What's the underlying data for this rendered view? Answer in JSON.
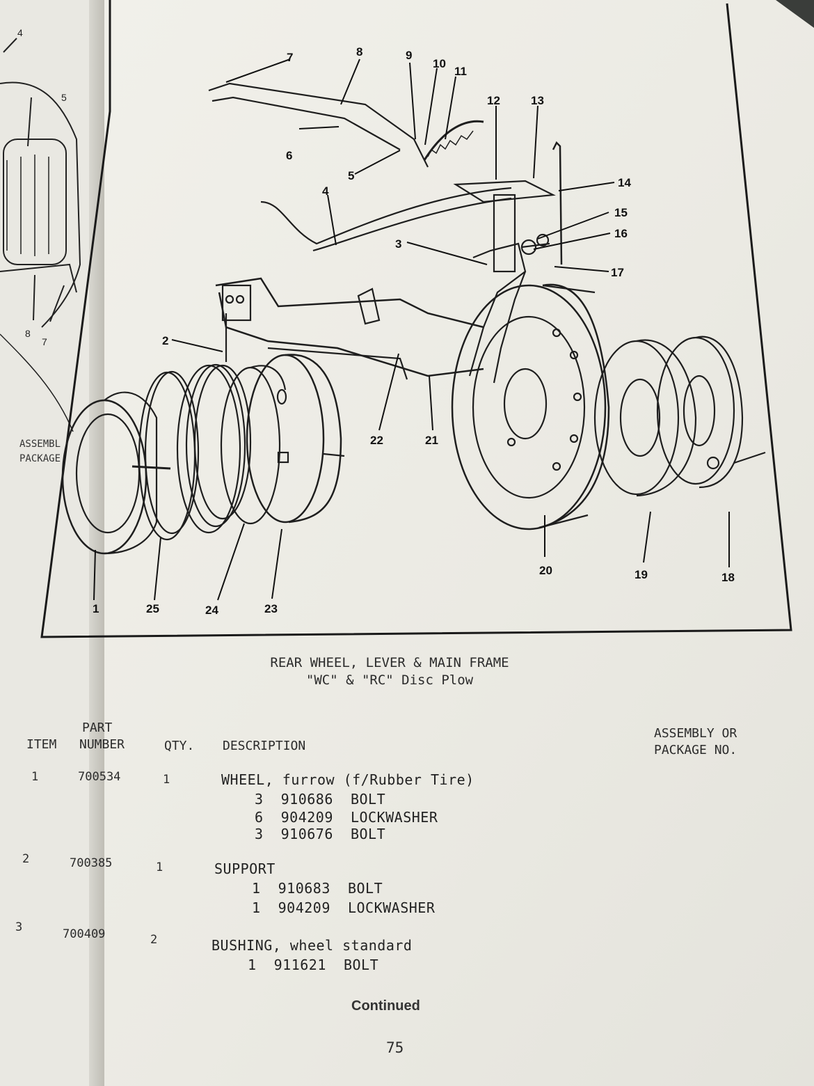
{
  "figure": {
    "callouts": [
      "1",
      "2",
      "3",
      "4",
      "5",
      "6",
      "7",
      "8",
      "9",
      "10",
      "11",
      "12",
      "13",
      "14",
      "15",
      "16",
      "17",
      "18",
      "19",
      "20",
      "21",
      "22",
      "23",
      "24",
      "25"
    ]
  },
  "left_page": {
    "callouts": [
      "4",
      "5",
      "8",
      "7"
    ],
    "side_text": [
      "ASSEMBL",
      "PACKAGE"
    ]
  },
  "caption": {
    "line1": "REAR WHEEL, LEVER & MAIN FRAME",
    "line2": "\"WC\" & \"RC\" Disc Plow"
  },
  "table": {
    "headers": {
      "item": "ITEM",
      "part_top": "PART",
      "part_bottom": "NUMBER",
      "qty": "QTY.",
      "description": "DESCRIPTION",
      "assembly_top": "ASSEMBLY OR",
      "assembly_bottom": "PACKAGE NO."
    },
    "rows": [
      {
        "item": "1",
        "part": "700534",
        "qty": "1",
        "description": "WHEEL, furrow (f/Rubber Tire)",
        "subs": [
          "3  910686  BOLT",
          "6  904209  LOCKWASHER",
          "3  910676  BOLT"
        ]
      },
      {
        "item": "2",
        "part": "700385",
        "qty": "1",
        "description": "SUPPORT",
        "subs": [
          "1  910683  BOLT",
          "1  904209  LOCKWASHER"
        ]
      },
      {
        "item": "3",
        "part": "700409",
        "qty": "2",
        "description": "BUSHING, wheel standard",
        "subs": [
          "1  911621  BOLT"
        ]
      }
    ]
  },
  "footer": {
    "continued": "Continued",
    "page_number": "75"
  }
}
